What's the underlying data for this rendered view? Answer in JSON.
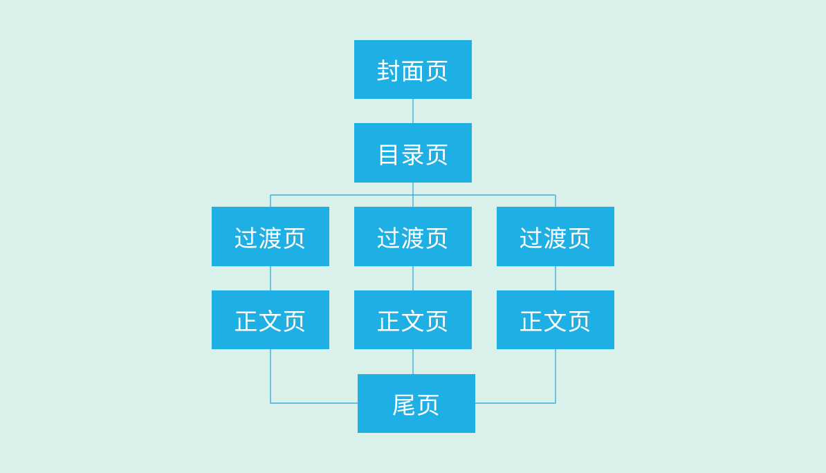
{
  "diagram": {
    "nodes": {
      "cover": "封面页",
      "toc": "目录页",
      "transition_1": "过渡页",
      "transition_2": "过渡页",
      "transition_3": "过渡页",
      "body_1": "正文页",
      "body_2": "正文页",
      "body_3": "正文页",
      "end": "尾页"
    },
    "edges": [
      [
        "cover",
        "toc"
      ],
      [
        "toc",
        "transition_1"
      ],
      [
        "toc",
        "transition_2"
      ],
      [
        "toc",
        "transition_3"
      ],
      [
        "transition_1",
        "body_1"
      ],
      [
        "transition_2",
        "body_2"
      ],
      [
        "transition_3",
        "body_3"
      ],
      [
        "body_1",
        "end"
      ],
      [
        "body_2",
        "end"
      ],
      [
        "body_3",
        "end"
      ]
    ],
    "colors": {
      "background": "#d9f0eb",
      "node_fill": "#1eb0e4",
      "node_text": "#ffffff",
      "connector": "#1fa4d8"
    }
  }
}
